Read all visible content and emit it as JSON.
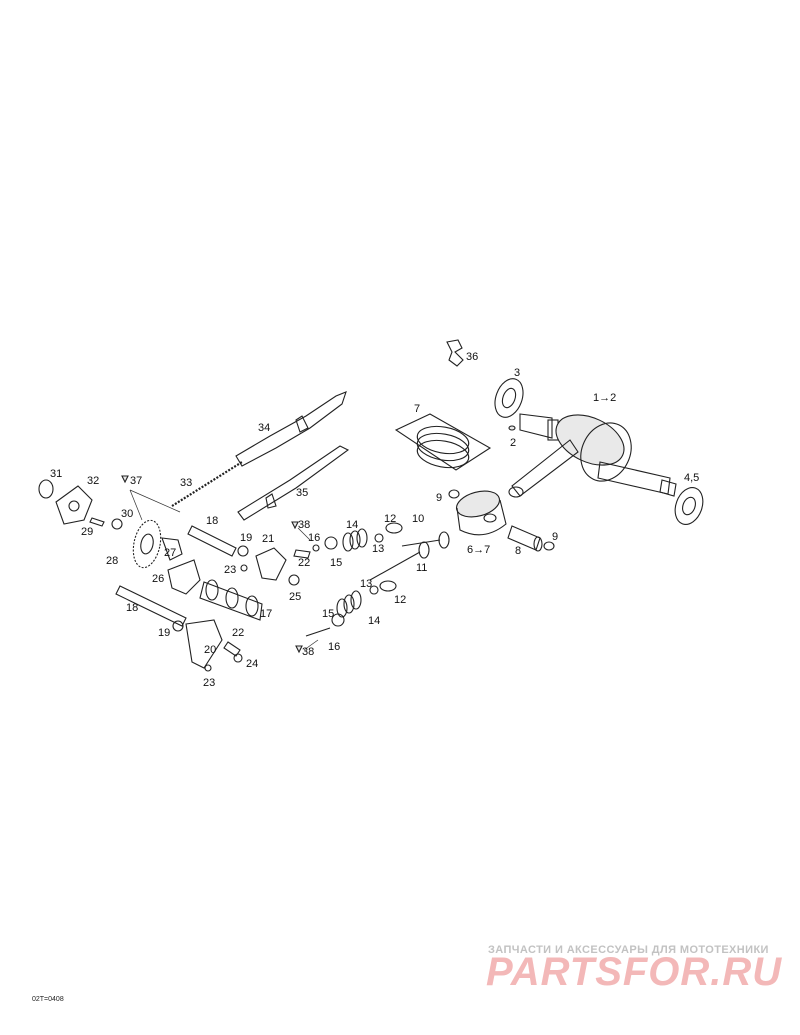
{
  "diagram": {
    "reference_code": "02T=0408",
    "callouts": [
      {
        "id": "c36",
        "text": "36"
      },
      {
        "id": "c3",
        "text": "3"
      },
      {
        "id": "c1to2",
        "text": "1→2"
      },
      {
        "id": "c7",
        "text": "7"
      },
      {
        "id": "c2",
        "text": "2"
      },
      {
        "id": "c34",
        "text": "34"
      },
      {
        "id": "c31",
        "text": "31"
      },
      {
        "id": "c32",
        "text": "32"
      },
      {
        "id": "c37",
        "text": "37"
      },
      {
        "id": "c33",
        "text": "33"
      },
      {
        "id": "c35",
        "text": "35"
      },
      {
        "id": "c4_5",
        "text": "4,5"
      },
      {
        "id": "c9a",
        "text": "9"
      },
      {
        "id": "c30",
        "text": "30"
      },
      {
        "id": "c29",
        "text": "29"
      },
      {
        "id": "c18a",
        "text": "18"
      },
      {
        "id": "c38a",
        "text": "38"
      },
      {
        "id": "c14a",
        "text": "14"
      },
      {
        "id": "c12a",
        "text": "12"
      },
      {
        "id": "c10",
        "text": "10"
      },
      {
        "id": "c9b",
        "text": "9"
      },
      {
        "id": "c16a",
        "text": "16"
      },
      {
        "id": "c6to7",
        "text": "6→7"
      },
      {
        "id": "c8",
        "text": "8"
      },
      {
        "id": "c19a",
        "text": "19"
      },
      {
        "id": "c21",
        "text": "21"
      },
      {
        "id": "c28",
        "text": "28"
      },
      {
        "id": "c27",
        "text": "27"
      },
      {
        "id": "c22a",
        "text": "22"
      },
      {
        "id": "c15a",
        "text": "15"
      },
      {
        "id": "c13a",
        "text": "13"
      },
      {
        "id": "c11",
        "text": "11"
      },
      {
        "id": "c23a",
        "text": "23"
      },
      {
        "id": "c26",
        "text": "26"
      },
      {
        "id": "c13b",
        "text": "13"
      },
      {
        "id": "c12b",
        "text": "12"
      },
      {
        "id": "c25",
        "text": "25"
      },
      {
        "id": "c17",
        "text": "17"
      },
      {
        "id": "c18b",
        "text": "18"
      },
      {
        "id": "c15b",
        "text": "15"
      },
      {
        "id": "c14b",
        "text": "14"
      },
      {
        "id": "c19b",
        "text": "19"
      },
      {
        "id": "c20",
        "text": "20"
      },
      {
        "id": "c22b",
        "text": "22"
      },
      {
        "id": "c16b",
        "text": "16"
      },
      {
        "id": "c38b",
        "text": "38"
      },
      {
        "id": "c24",
        "text": "24"
      },
      {
        "id": "c23b",
        "text": "23"
      }
    ]
  },
  "watermark": {
    "caption": "ЗАПЧАСТИ И АКСЕССУАРЫ ДЛЯ МОТОТЕХНИКИ",
    "logo": "PARTSFOR.RU"
  }
}
